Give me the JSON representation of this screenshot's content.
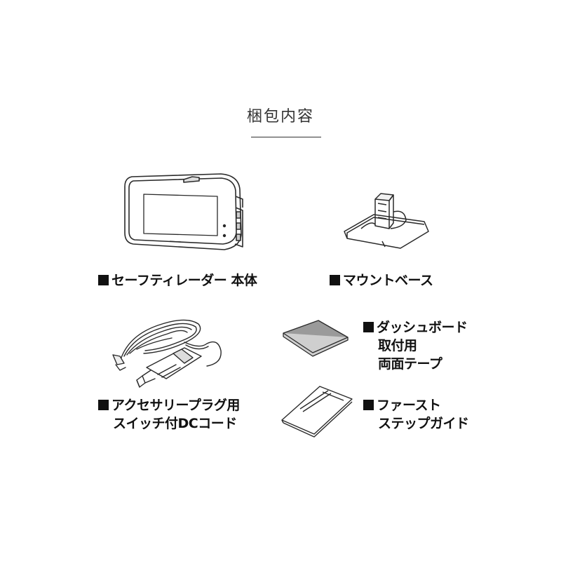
{
  "title": "梱包内容",
  "items": {
    "recorder": {
      "line1": "セーフティレーダー 本体"
    },
    "mount": {
      "line1": "マウントベース"
    },
    "cord": {
      "line1": "アクセサリープラグ用",
      "line2": "スイッチ付DCコード"
    },
    "tape": {
      "line1": "ダッシュボード",
      "line2": "取付用",
      "line3": "両面テープ"
    },
    "guide": {
      "line1": "ファースト",
      "line2": "ステップガイド"
    }
  },
  "icons": {
    "recorder": "safety-radar-unit-icon",
    "mount": "mount-base-icon",
    "cord": "dc-cord-icon",
    "tape": "double-sided-tape-icon",
    "guide": "quick-guide-booklet-icon"
  }
}
